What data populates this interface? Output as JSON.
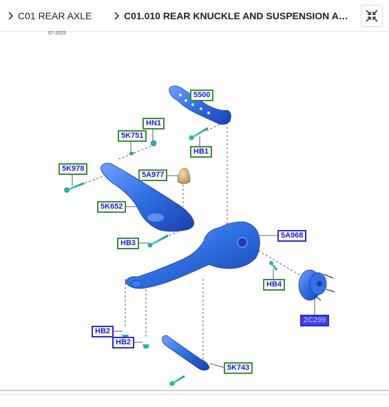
{
  "header": {
    "breadcrumb": [
      {
        "label": "C01 REAR AXLE"
      },
      {
        "label": "C01.010 REAR KNUCKLE AND SUSPENSION AR..."
      }
    ],
    "collapse_icon": "collapse-arrows-icon"
  },
  "diagram": {
    "date_code": "07-2015",
    "callouts": {
      "p5500": "5500",
      "hb1": "HB1",
      "hn1": "HN1",
      "k5k751": "5K751",
      "k5k978": "5K978",
      "a5a977": "5A977",
      "k5k652": "5K652",
      "hb3": "HB3",
      "a5a968": "5A968",
      "hb4": "HB4",
      "c2c299": "2C299",
      "hb2a": "HB2",
      "hb2b": "HB2",
      "k5k743": "5K743"
    },
    "colors": {
      "part_blue": "#2f6fe0",
      "fastener_teal": "#22b5a5",
      "callout_green": "#3a8a3a",
      "callout_blue": "#2a2ac8"
    }
  }
}
